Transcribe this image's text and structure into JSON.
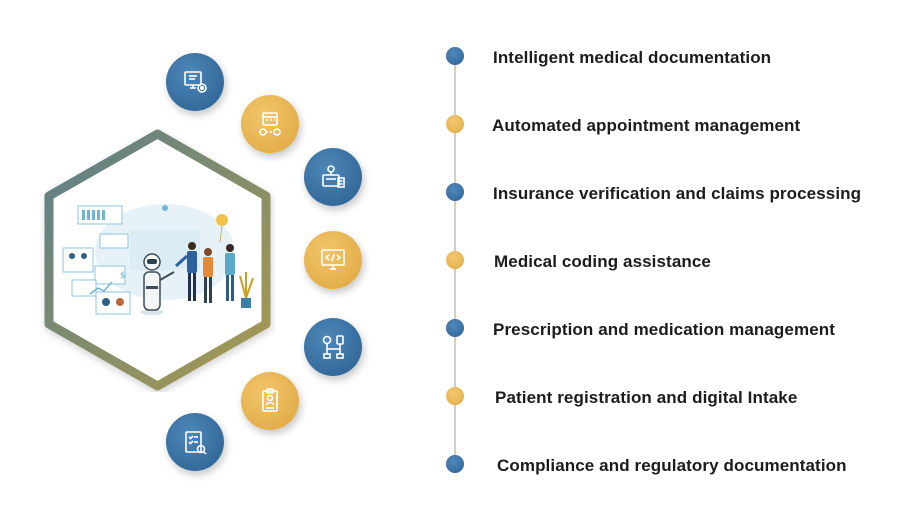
{
  "colors": {
    "blue": "#2f6697",
    "gold": "#e4ad4b",
    "hex_border_start": "#5c7f8a",
    "hex_border_end": "#a99a4e",
    "timeline": "#cfcfcf",
    "text": "#1c1c1c"
  },
  "items": [
    {
      "label": "Intelligent medical documentation",
      "accent": "blue",
      "icon": "documentation-computer-icon"
    },
    {
      "label": "Automated appointment management",
      "accent": "gold",
      "icon": "calendar-gear-icon"
    },
    {
      "label": "Insurance verification and claims processing",
      "accent": "blue",
      "icon": "insurance-monitor-icon"
    },
    {
      "label": "Medical coding assistance",
      "accent": "gold",
      "icon": "code-monitor-icon"
    },
    {
      "label": "Prescription and medication management",
      "accent": "blue",
      "icon": "medication-network-icon"
    },
    {
      "label": "Patient registration and digital Intake",
      "accent": "gold",
      "icon": "patient-clipboard-icon"
    },
    {
      "label": "Compliance and regulatory documentation",
      "accent": "blue",
      "icon": "checklist-icon"
    }
  ],
  "hero_illustration": "ai-robot-assisting-medical-staff"
}
